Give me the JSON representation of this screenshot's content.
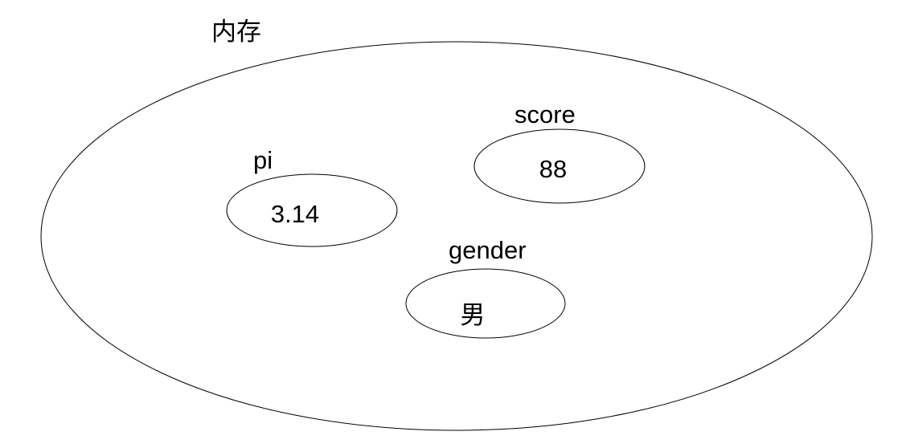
{
  "diagram": {
    "title": "内存",
    "variables": [
      {
        "name": "pi",
        "value": "3.14"
      },
      {
        "name": "score",
        "value": "88"
      },
      {
        "name": "gender",
        "value": "男"
      }
    ],
    "colors": {
      "stroke": "#000000",
      "text": "#000000",
      "background": "#ffffff"
    }
  }
}
